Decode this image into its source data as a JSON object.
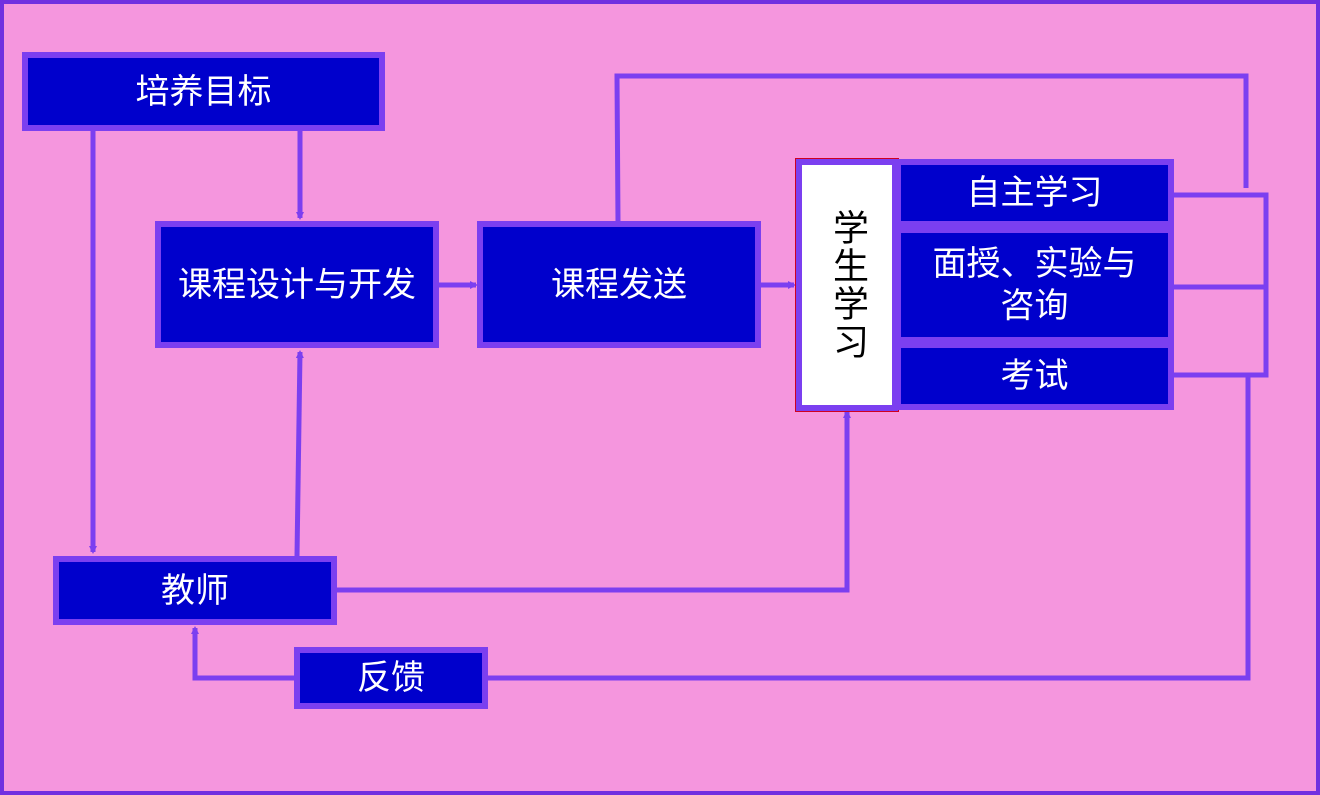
{
  "colors": {
    "background": "#f596de",
    "box_fill": "#0000cc",
    "box_border": "#7b3ff0",
    "connector": "#7b3ff0",
    "text": "#ffffff"
  },
  "nodes": {
    "goal": "培养目标",
    "design": "课程设计与开发",
    "delivery": "课程发送",
    "student": "学生学习",
    "self_study": "自主学习",
    "tutoring": "面授、实验与咨询",
    "exam": "考试",
    "teacher": "教师",
    "feedback": "反馈"
  }
}
